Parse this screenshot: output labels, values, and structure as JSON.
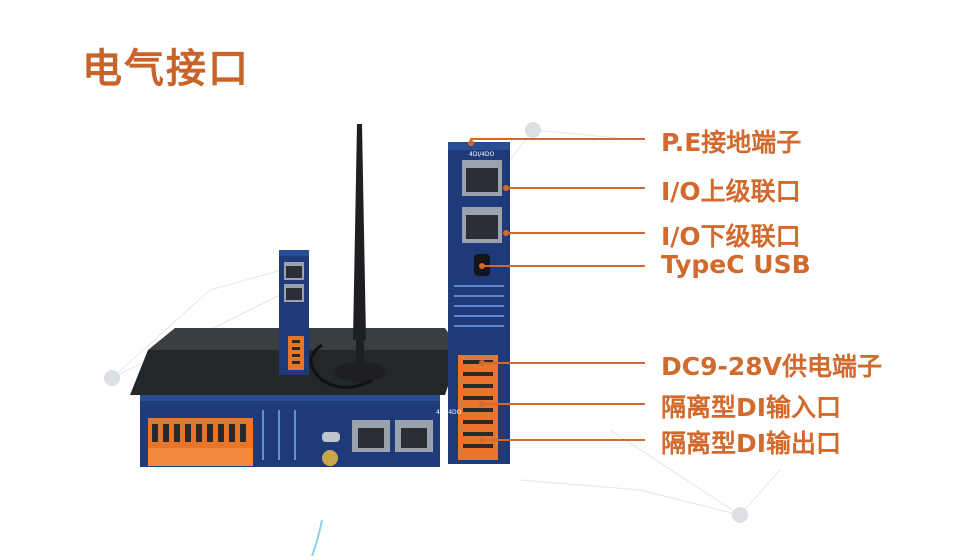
{
  "title": "电气接口",
  "accent_color": "#d2692d",
  "device_labels": {
    "module_model": "4DI/4DO",
    "gateway_model": "4DI/4DO"
  },
  "callouts": [
    {
      "id": "pe",
      "text": "P.E接地端子"
    },
    {
      "id": "io-up",
      "text": "I/O上级联口"
    },
    {
      "id": "io-down",
      "text": "I/O下级联口"
    },
    {
      "id": "typec",
      "text": "TypeC USB"
    },
    {
      "id": "power",
      "text": "DC9-28V供电端子"
    },
    {
      "id": "di-in",
      "text": "隔离型DI输入口"
    },
    {
      "id": "di-out",
      "text": "隔离型DI输出口"
    }
  ]
}
